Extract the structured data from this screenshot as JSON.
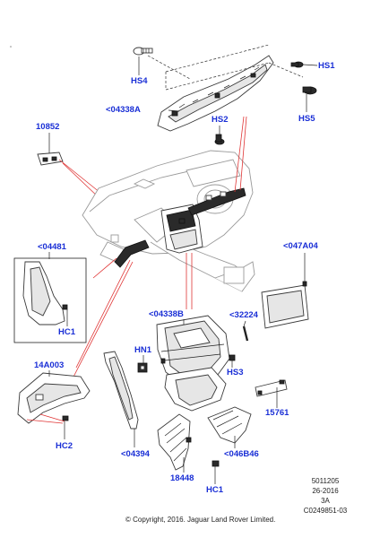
{
  "callouts": {
    "hs4": "HS4",
    "hs1": "HS1",
    "a04338a": "<04338A",
    "hs2": "HS2",
    "hs5": "HS5",
    "p10852": "10852",
    "a04481": "<04481",
    "a047a04": "<047A04",
    "hc1_top": "HC1",
    "a04338b": "<04338B",
    "a32224": "<32224",
    "hn1": "HN1",
    "hs3": "HS3",
    "p14a003": "14A003",
    "p15761": "15761",
    "hc2": "HC2",
    "a04394": "<04394",
    "a046b46": "<046B46",
    "p18448": "18448",
    "hc1_bottom": "HC1"
  },
  "info": {
    "code1": "5011205",
    "code2": "26-2016",
    "code3": "3A",
    "code4": "C0249851-03",
    "copyright": "© Copyright, 2016. Jaguar Land Rover Limited."
  }
}
